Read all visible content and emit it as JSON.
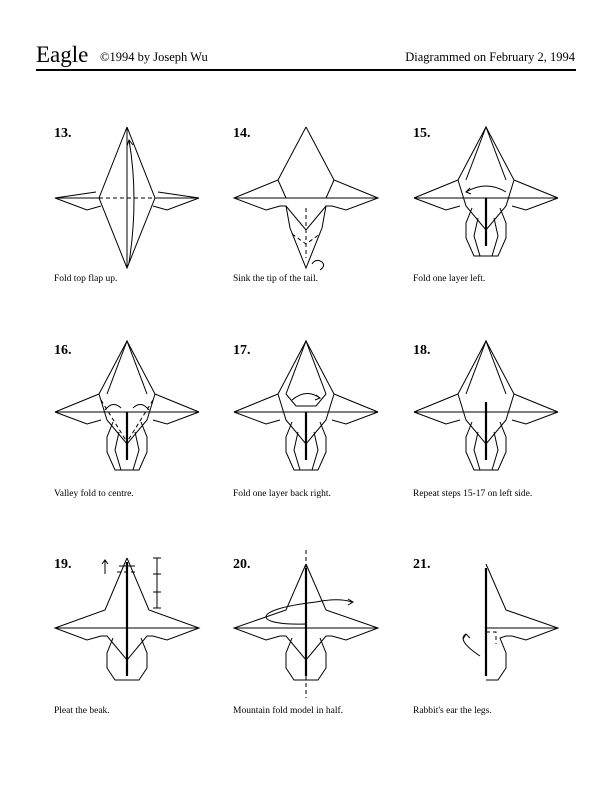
{
  "header": {
    "title": "Eagle",
    "copyright": "©1994 by Joseph Wu",
    "date": "Diagrammed on February 2, 1994"
  },
  "steps": [
    {
      "number": "13.",
      "caption": "Fold top flap up."
    },
    {
      "number": "14.",
      "caption": "Sink the tip of the tail."
    },
    {
      "number": "15.",
      "caption": "Fold one layer left."
    },
    {
      "number": "16.",
      "caption": "Valley fold to centre."
    },
    {
      "number": "17.",
      "caption": "Fold one layer back right."
    },
    {
      "number": "18.",
      "caption": "Repeat steps 15-17 on left side."
    },
    {
      "number": "19.",
      "caption": "Pleat the beak."
    },
    {
      "number": "20.",
      "caption": "Mountain fold model in half."
    },
    {
      "number": "21.",
      "caption": "Rabbit's ear the legs."
    }
  ]
}
